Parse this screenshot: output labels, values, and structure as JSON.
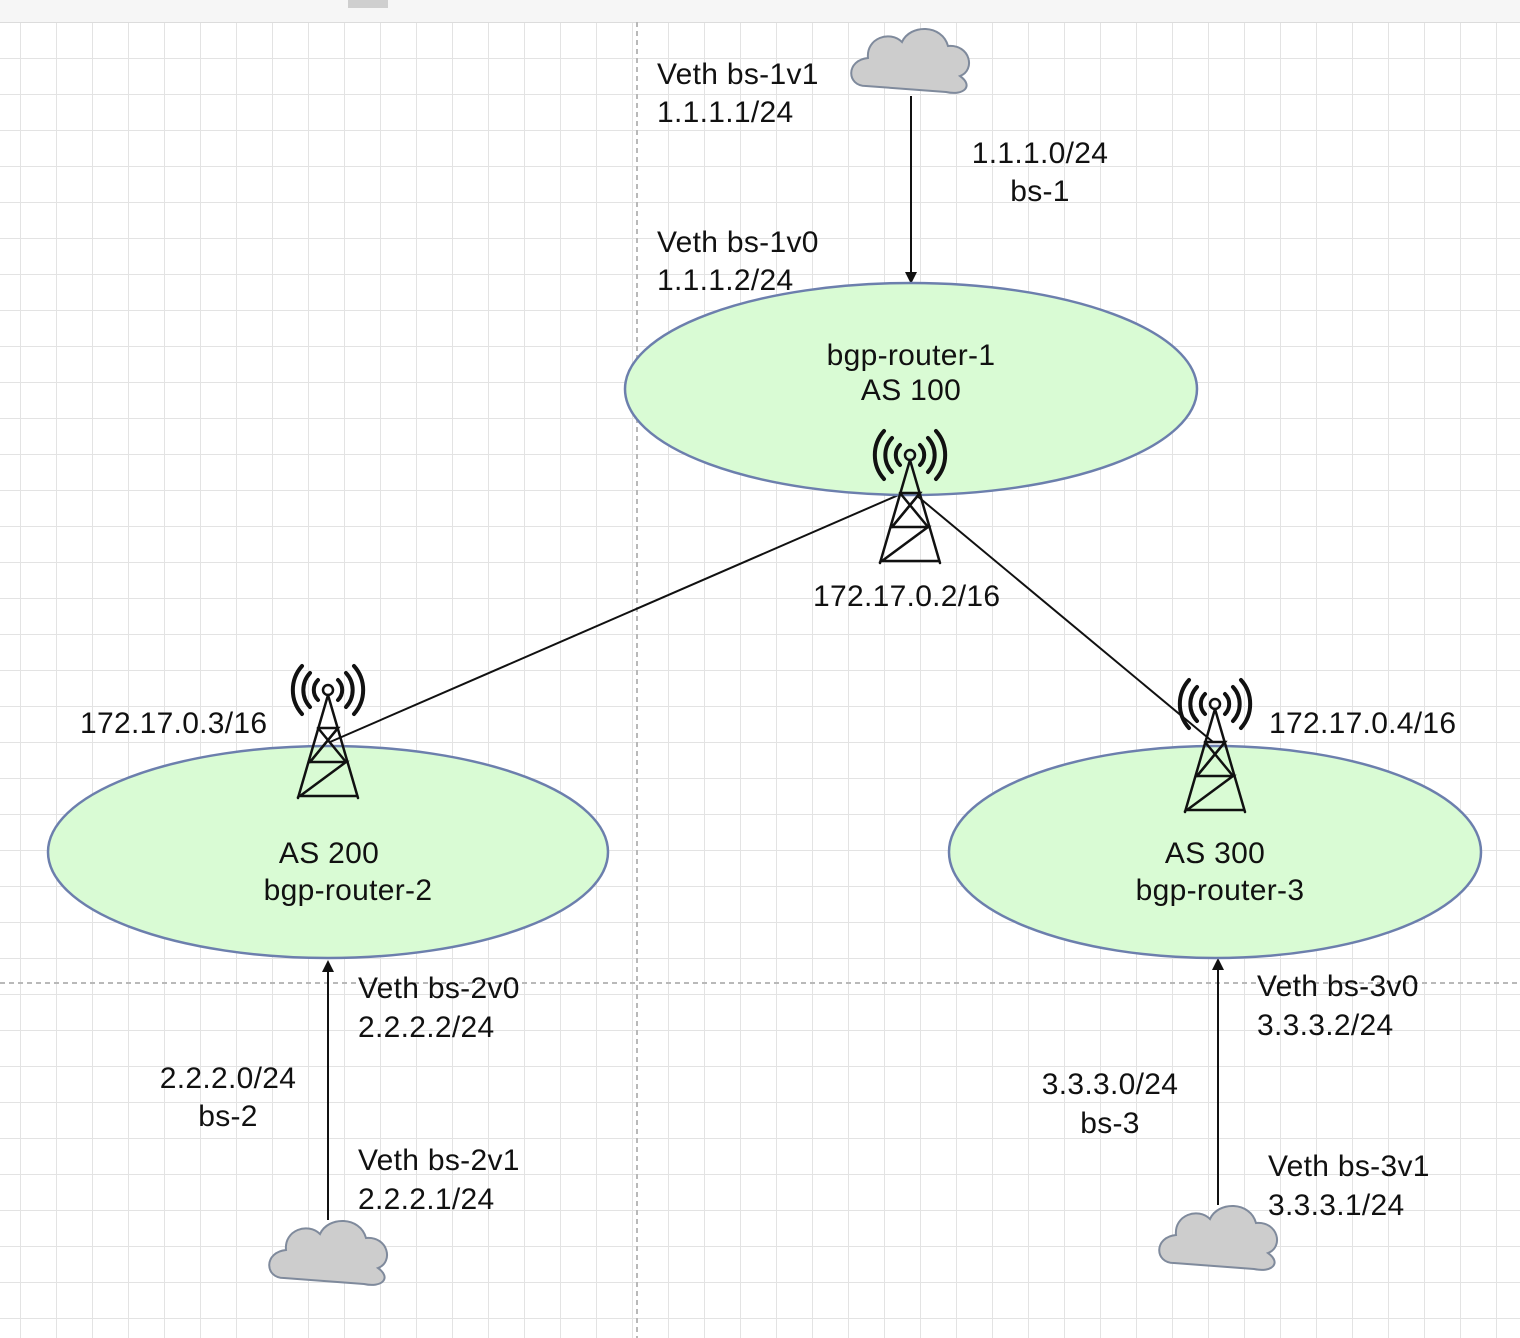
{
  "diagram": {
    "routers": [
      {
        "id": "r1",
        "line1": "bgp-router-1",
        "line2": "AS 100",
        "ip": "172.17.0.2/16"
      },
      {
        "id": "r2",
        "line1": "AS 200",
        "line2": "bgp-router-2",
        "ip": "172.17.0.3/16"
      },
      {
        "id": "r3",
        "line1": "AS 300",
        "line2": "bgp-router-3",
        "ip": "172.17.0.4/16"
      }
    ],
    "bridges": [
      {
        "network": "1.1.1.0/24",
        "name": "bs-1",
        "veth_outer": {
          "name": "Veth bs-1v1",
          "ip": "1.1.1.1/24"
        },
        "veth_inner": {
          "name": "Veth bs-1v0",
          "ip": "1.1.1.2/24"
        }
      },
      {
        "network": "2.2.2.0/24",
        "name": "bs-2",
        "veth_outer": {
          "name": "Veth bs-2v1",
          "ip": "2.2.2.1/24"
        },
        "veth_inner": {
          "name": "Veth bs-2v0",
          "ip": "2.2.2.2/24"
        }
      },
      {
        "network": "3.3.3.0/24",
        "name": "bs-3",
        "veth_outer": {
          "name": "Veth bs-3v1",
          "ip": "3.3.3.1/24"
        },
        "veth_inner": {
          "name": "Veth bs-3v0",
          "ip": "3.3.3.2/24"
        }
      }
    ],
    "colors": {
      "router_fill": "#d9fbd4",
      "router_stroke": "#6c7fad",
      "cloud_fill": "#cdcdcd",
      "cloud_stroke": "#7f8a9c",
      "line": "#111111",
      "guide": "#b9b9b9"
    },
    "icons": {
      "cloud": "cloud-icon",
      "tower": "antenna-tower-icon"
    }
  }
}
